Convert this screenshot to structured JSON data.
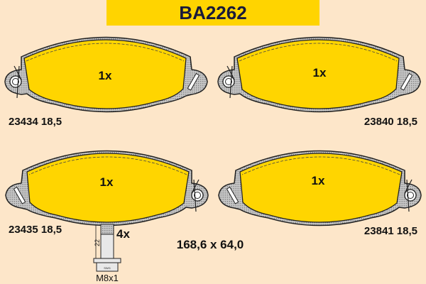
{
  "header": {
    "title": "BA2262"
  },
  "colors": {
    "background": "#fde6c9",
    "header": "#ffd400",
    "pad": "#ffd500",
    "title": "#1a1a3a"
  },
  "pads": [
    {
      "qty": "1x",
      "label": "23434 18,5"
    },
    {
      "qty": "1x",
      "label": "23840 18,5"
    },
    {
      "qty": "1x",
      "label": "23435 18,5"
    },
    {
      "qty": "1x",
      "label": "23841 18,5"
    }
  ],
  "bolt": {
    "qty": "4x",
    "length": "22",
    "thread": "M8x1",
    "head_mark": "SWG"
  },
  "dimensions": "168,6 x 64,0"
}
